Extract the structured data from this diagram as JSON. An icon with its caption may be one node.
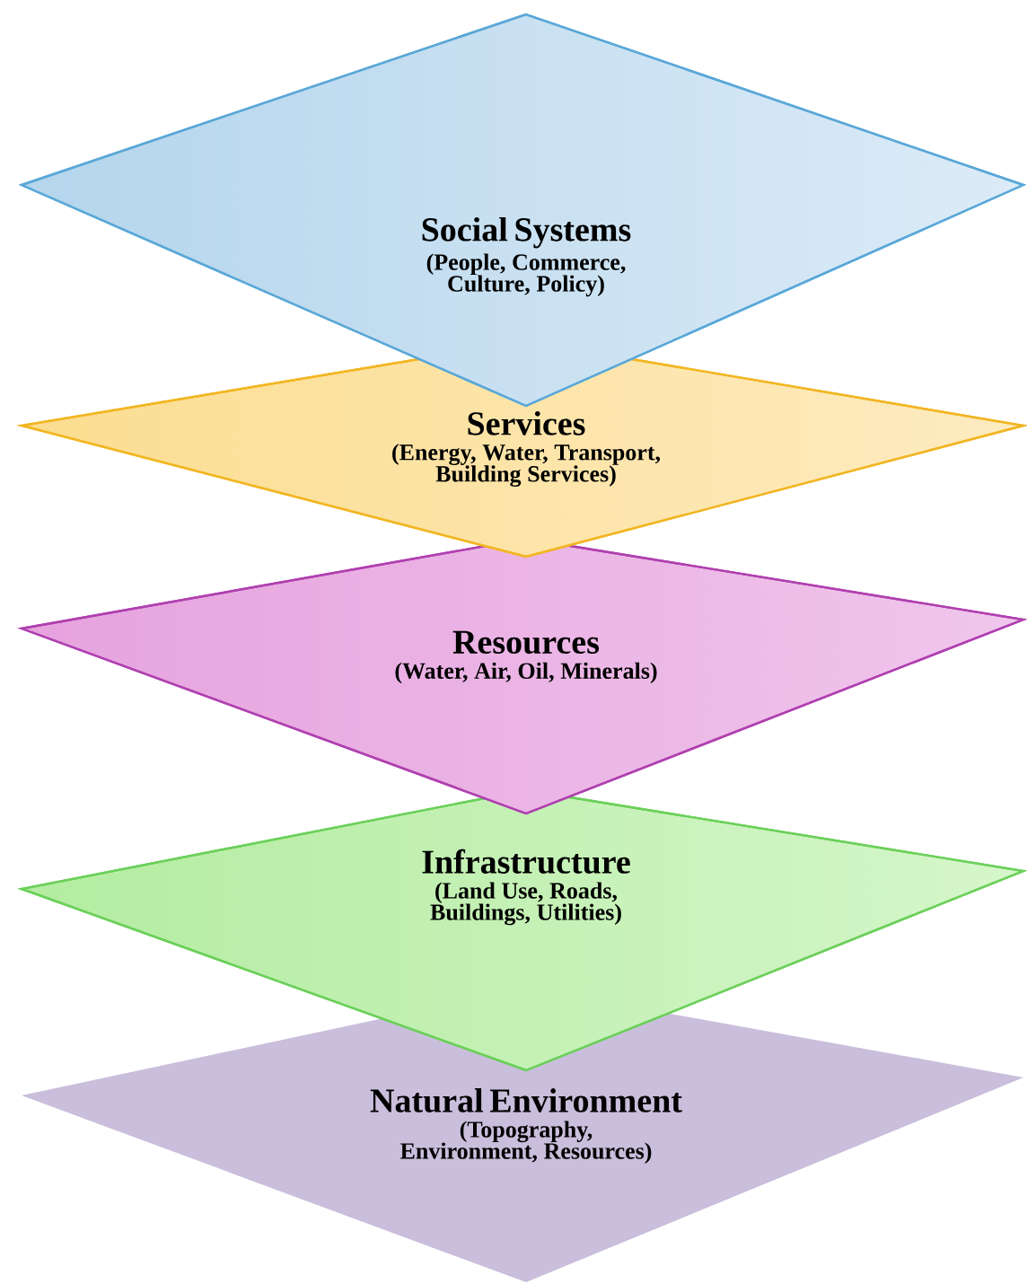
{
  "diagram": {
    "nodes": [
      {
        "text": [
          "Social Systems",
          "(People, Commerce, Culture, Policy)"
        ]
      },
      {
        "text": [
          "Services",
          "(Energy, Water, Transport, Building Services)"
        ]
      },
      {
        "text": [
          "Resources",
          "(Water, Air, Oil, Minerals)"
        ]
      },
      {
        "text": [
          "Infrastructure",
          "(Land Use, Roads, Buildings, Utilities)"
        ]
      },
      {
        "text": [
          "Natural Environment",
          "(Topography, Environment, Resources)"
        ]
      }
    ]
  }
}
